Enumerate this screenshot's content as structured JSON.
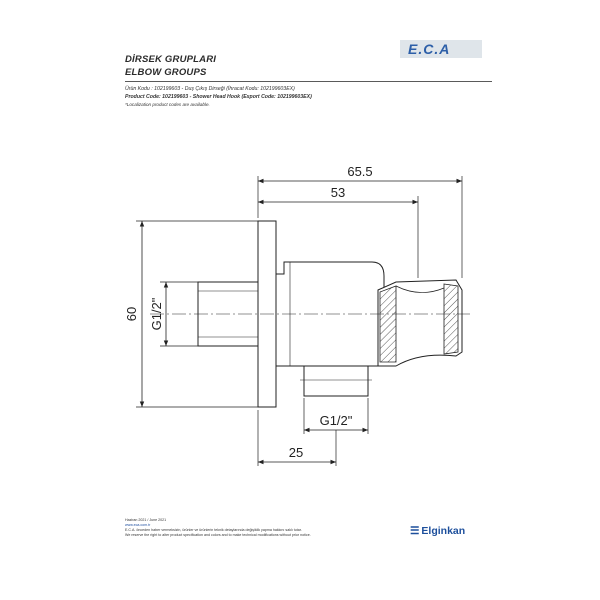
{
  "header": {
    "title_tr": "DİRSEK GRUPLARI",
    "title_en": "ELBOW GROUPS",
    "product_code_line_tr": "Ürün Kodu      : 102199603 - Duş Çıkış Dirseği (İhracat Kodu: 102199603EX)",
    "product_code_line_en": "Product Code: 102199603 - Shower Head Hook (Export Code: 102199603EX)",
    "note": "*Localization product codes are available.",
    "brand_logo": "E.C.A"
  },
  "dimensions": {
    "overall_length": "65.5",
    "body_length": "53",
    "height": "60",
    "thread_left": "G1/2\"",
    "thread_bottom": "G1/2\"",
    "flange_offset": "25"
  },
  "footer": {
    "date": "Haziran 2021 / June 2021",
    "website": "www.eca.com.tr",
    "disclaimer_tr": "E.C.A. önceden haber vermeksizin, ürünler ve ürünlerin teknik detaylarında değişiklik yapma hakkını saklı tutar.",
    "disclaimer_en": "We reserve the right to alter product specification and colors and to make technical modifications without prior notice.",
    "company_logo": "Elginkan"
  }
}
